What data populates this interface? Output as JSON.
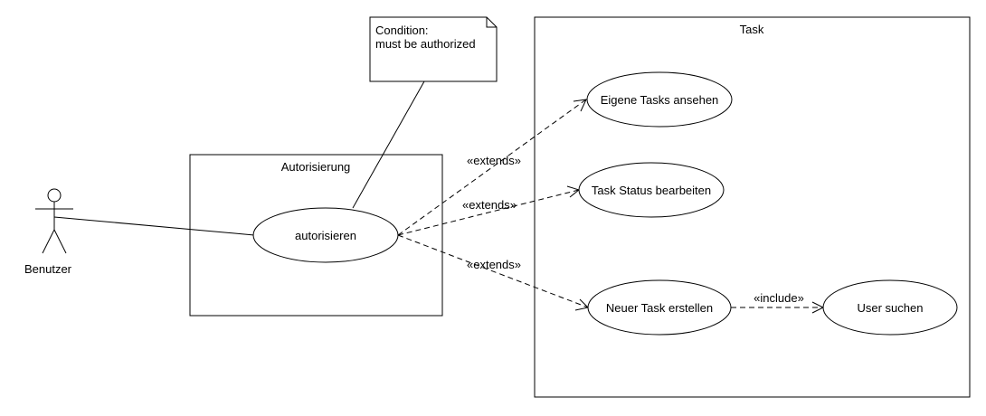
{
  "actor": {
    "label": "Benutzer"
  },
  "note": {
    "line1": "Condition:",
    "line2": "must be authorized"
  },
  "systems": {
    "autorisierung": {
      "title": "Autorisierung"
    },
    "task": {
      "title": "Task"
    }
  },
  "use_cases": {
    "autorisieren": "autorisieren",
    "eigene_tasks": "Eigene Tasks ansehen",
    "task_status": "Task Status bearbeiten",
    "neuer_task": "Neuer Task erstellen",
    "user_suchen": "User suchen"
  },
  "relations": {
    "extends_1": "«extends»",
    "extends_2": "«extends»",
    "extends_3": "«extends»",
    "include": "«include»"
  }
}
